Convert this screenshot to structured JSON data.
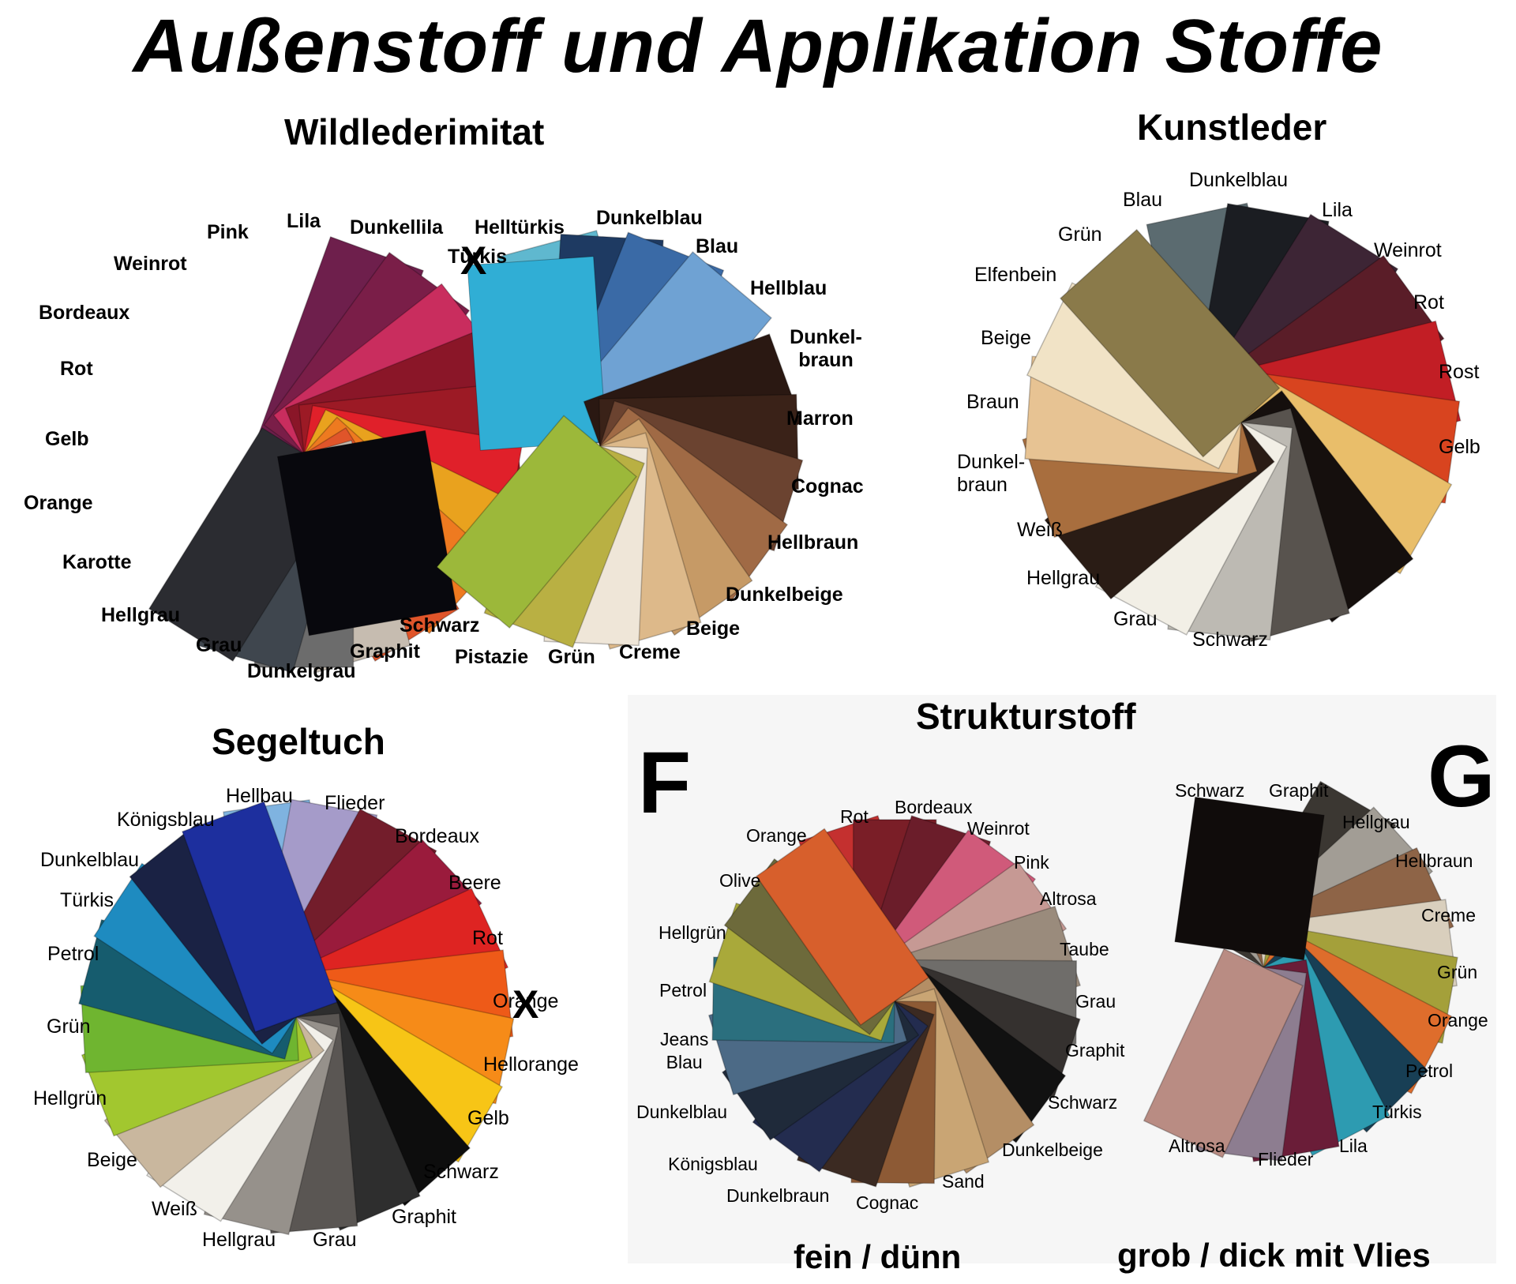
{
  "title": "Außenstoff und Applikation Stoffe",
  "sections": {
    "wildleder": {
      "title": "Wildlederimitat",
      "warm": [
        {
          "label": "Lila",
          "color": "#6e1f4c"
        },
        {
          "label": "Dunkellila",
          "color": "#7a1e48"
        },
        {
          "label": "Pink",
          "color": "#c92d5e"
        },
        {
          "label": "Weinrot",
          "color": "#8a1628"
        },
        {
          "label": "Bordeaux",
          "color": "#9c1a25"
        },
        {
          "label": "Rot",
          "color": "#e0202a"
        },
        {
          "label": "Gelb",
          "color": "#e9a21e"
        },
        {
          "label": "Orange",
          "color": "#ee7a20"
        },
        {
          "label": "Karotte",
          "color": "#e0552a"
        },
        {
          "label": "Hellgrau",
          "color": "#c6bcb0"
        },
        {
          "label": "Grau",
          "color": "#6c6c6c"
        },
        {
          "label": "Dunkelgrau",
          "color": "#3f464e"
        },
        {
          "label": "Graphit",
          "color": "#2b2c31"
        },
        {
          "label": "Schwarz",
          "color": "#08080d"
        }
      ],
      "blue": [
        {
          "label": "Helltürkis",
          "color": "#5fb8cf"
        },
        {
          "label": "Dunkelblau",
          "color": "#1e3a62"
        },
        {
          "label": "Blau",
          "color": "#3a6aa6"
        },
        {
          "label": "Hellblau",
          "color": "#6fa2d3"
        },
        {
          "label": "Türkis",
          "color": "#30aed5"
        }
      ],
      "brown": [
        {
          "label": "Dunkelbraun",
          "color": "#2a1812"
        },
        {
          "label": "Marron",
          "color": "#3a2218"
        },
        {
          "label": "Cognac",
          "color": "#6b4330"
        },
        {
          "label": "Hellbraun",
          "color": "#a06a45"
        },
        {
          "label": "Dunkelbeige",
          "color": "#c69a66"
        },
        {
          "label": "Beige",
          "color": "#ddb98a"
        },
        {
          "label": "Creme",
          "color": "#efe6d8"
        },
        {
          "label": "Grün",
          "color": "#b9b043"
        },
        {
          "label": "Pistazie",
          "color": "#9cb83a"
        }
      ]
    },
    "kunstleder": {
      "title": "Kunstleder",
      "items": [
        {
          "label": "Blau",
          "color": "#5b6b70"
        },
        {
          "label": "Dunkelblau",
          "color": "#1b1d22"
        },
        {
          "label": "Lila",
          "color": "#3d2535"
        },
        {
          "label": "Weinrot",
          "color": "#5a1d28"
        },
        {
          "label": "Rot",
          "color": "#c21e25"
        },
        {
          "label": "Rost",
          "color": "#d8441f"
        },
        {
          "label": "Gelb",
          "color": "#e9be6a"
        },
        {
          "label": "Schwarz",
          "color": "#150f0d"
        },
        {
          "label": "Grau",
          "color": "#58534e"
        },
        {
          "label": "Hellgrau",
          "color": "#bdbab3"
        },
        {
          "label": "Weiß",
          "color": "#f2efe6"
        },
        {
          "label": "Dunkel-\nbraun",
          "color": "#2a1c15"
        },
        {
          "label": "Braun",
          "color": "#a86e3e"
        },
        {
          "label": "Beige",
          "color": "#e7c393"
        },
        {
          "label": "Elfenbein",
          "color": "#f1e3c6"
        },
        {
          "label": "Grün",
          "color": "#8a7a4a"
        }
      ]
    },
    "segeltuch": {
      "title": "Segeltuch",
      "items": [
        {
          "label": "Hellbau",
          "color": "#7fb3e0"
        },
        {
          "label": "Flieder",
          "color": "#a59bc9"
        },
        {
          "label": "Bordeaux",
          "color": "#731d2b"
        },
        {
          "label": "Beere",
          "color": "#9a1b3c"
        },
        {
          "label": "Rot",
          "color": "#de2422"
        },
        {
          "label": "Orange",
          "color": "#ee5a18"
        },
        {
          "label": "Hellorange",
          "color": "#f68b18"
        },
        {
          "label": "Gelb",
          "color": "#f7c516"
        },
        {
          "label": "Schwarz",
          "color": "#0d0d0d"
        },
        {
          "label": "Graphit",
          "color": "#2e2e2e"
        },
        {
          "label": "Grau",
          "color": "#5a5653"
        },
        {
          "label": "Hellgrau",
          "color": "#96918b"
        },
        {
          "label": "Weiß",
          "color": "#f2f0ea"
        },
        {
          "label": "Beige",
          "color": "#c9b79e"
        },
        {
          "label": "Hellgrün",
          "color": "#a2c72f"
        },
        {
          "label": "Grün",
          "color": "#6fb530"
        },
        {
          "label": "Petrol",
          "color": "#165c6e"
        },
        {
          "label": "Türkis",
          "color": "#1e8bc0"
        },
        {
          "label": "Dunkelblau",
          "color": "#1a2244"
        },
        {
          "label": "Königsblau",
          "color": "#1d2f9e"
        }
      ]
    },
    "strukturstoff": {
      "title": "Strukturstoff",
      "f": {
        "letter": "F",
        "subtitle": "fein / dünn",
        "items": [
          {
            "label": "Rot",
            "color": "#c4302f"
          },
          {
            "label": "Bordeaux",
            "color": "#7a1e27"
          },
          {
            "label": "Weinrot",
            "color": "#6b1d2a"
          },
          {
            "label": "Pink",
            "color": "#d05a7a"
          },
          {
            "label": "Altrosa",
            "color": "#c69994"
          },
          {
            "label": "Taube",
            "color": "#9a8b7c"
          },
          {
            "label": "Grau",
            "color": "#6f6d6a"
          },
          {
            "label": "Graphit",
            "color": "#35312f"
          },
          {
            "label": "Schwarz",
            "color": "#111111"
          },
          {
            "label": "Dunkelbeige",
            "color": "#b48e65"
          },
          {
            "label": "Sand",
            "color": "#c9a574"
          },
          {
            "label": "Cognac",
            "color": "#8d5a35"
          },
          {
            "label": "Dunkelbraun",
            "color": "#3b2a22"
          },
          {
            "label": "Königsblau",
            "color": "#232c4f"
          },
          {
            "label": "Dunkelblau",
            "color": "#1f2a3a"
          },
          {
            "label": "Jeans\nBlau",
            "color": "#4c6a86"
          },
          {
            "label": "Petrol",
            "color": "#2b6f7e"
          },
          {
            "label": "Hellgrün",
            "color": "#a9a93a"
          },
          {
            "label": "Olive",
            "color": "#6d6a3b"
          },
          {
            "label": "Orange",
            "color": "#d75f2c"
          }
        ]
      },
      "g": {
        "letter": "G",
        "subtitle": "grob / dick mit Vlies",
        "items": [
          {
            "label": "Schwarz",
            "color": "#100c0b"
          },
          {
            "label": "Graphit",
            "color": "#3b3732"
          },
          {
            "label": "Hellgrau",
            "color": "#a29d95"
          },
          {
            "label": "Hellbraun",
            "color": "#8e6447"
          },
          {
            "label": "Creme",
            "color": "#d9cfbd"
          },
          {
            "label": "Grün",
            "color": "#a4a03a"
          },
          {
            "label": "Orange",
            "color": "#de6d2c"
          },
          {
            "label": "Petrol",
            "color": "#183f55"
          },
          {
            "label": "Türkis",
            "color": "#2d9bb1"
          },
          {
            "label": "Lila",
            "color": "#6a1d38"
          },
          {
            "label": "Flieder",
            "color": "#8d7d90"
          },
          {
            "label": "Altrosa",
            "color": "#b98c83"
          }
        ]
      }
    }
  }
}
